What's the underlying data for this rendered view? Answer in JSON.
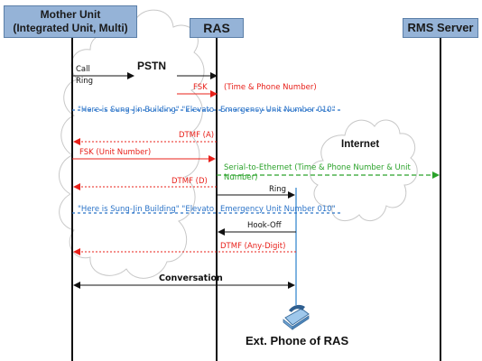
{
  "entities": {
    "mother_unit": "Mother Unit\n(Integrated Unit, Multi)",
    "ras": "RAS",
    "rms_server": "RMS Server"
  },
  "clouds": {
    "pstn": "PSTN",
    "internet": "Internet"
  },
  "messages": {
    "call": "Call",
    "ring1": "Ring",
    "fsk1": "FSK",
    "fsk1_detail": "(Time & Phone Number)",
    "announce1_left": "\"Here is Sung-Jin Building\" \"Elevato",
    "announce1_right": "Emergency Unit Number 010\"",
    "dtmf_a": "DTMF (A)",
    "fsk_unit": "FSK (Unit Number)",
    "serial": "Serial-to-Ethernet (Time & Phone Number & Unit",
    "serial2": "Number)",
    "dtmf_d": "DTMF (D)",
    "ring2": "Ring",
    "announce2_left": "\"Here is Sung-Jin Building\" \"Elevato",
    "announce2_right": "Emergency Unit Number 010\"",
    "hookoff": "Hook-Off",
    "dtmf_any": "DTMF (Any-Digit)",
    "conversation": "Conversation"
  },
  "phone": {
    "label": "Ext. Phone of RAS",
    "icon": "phone-icon"
  },
  "colors": {
    "header_fill": "#95b3d7",
    "black": "#111111",
    "red": "#e8201a",
    "blue": "#2a73c8",
    "green": "#2aa22a",
    "phone_line": "#7fb3e0"
  }
}
